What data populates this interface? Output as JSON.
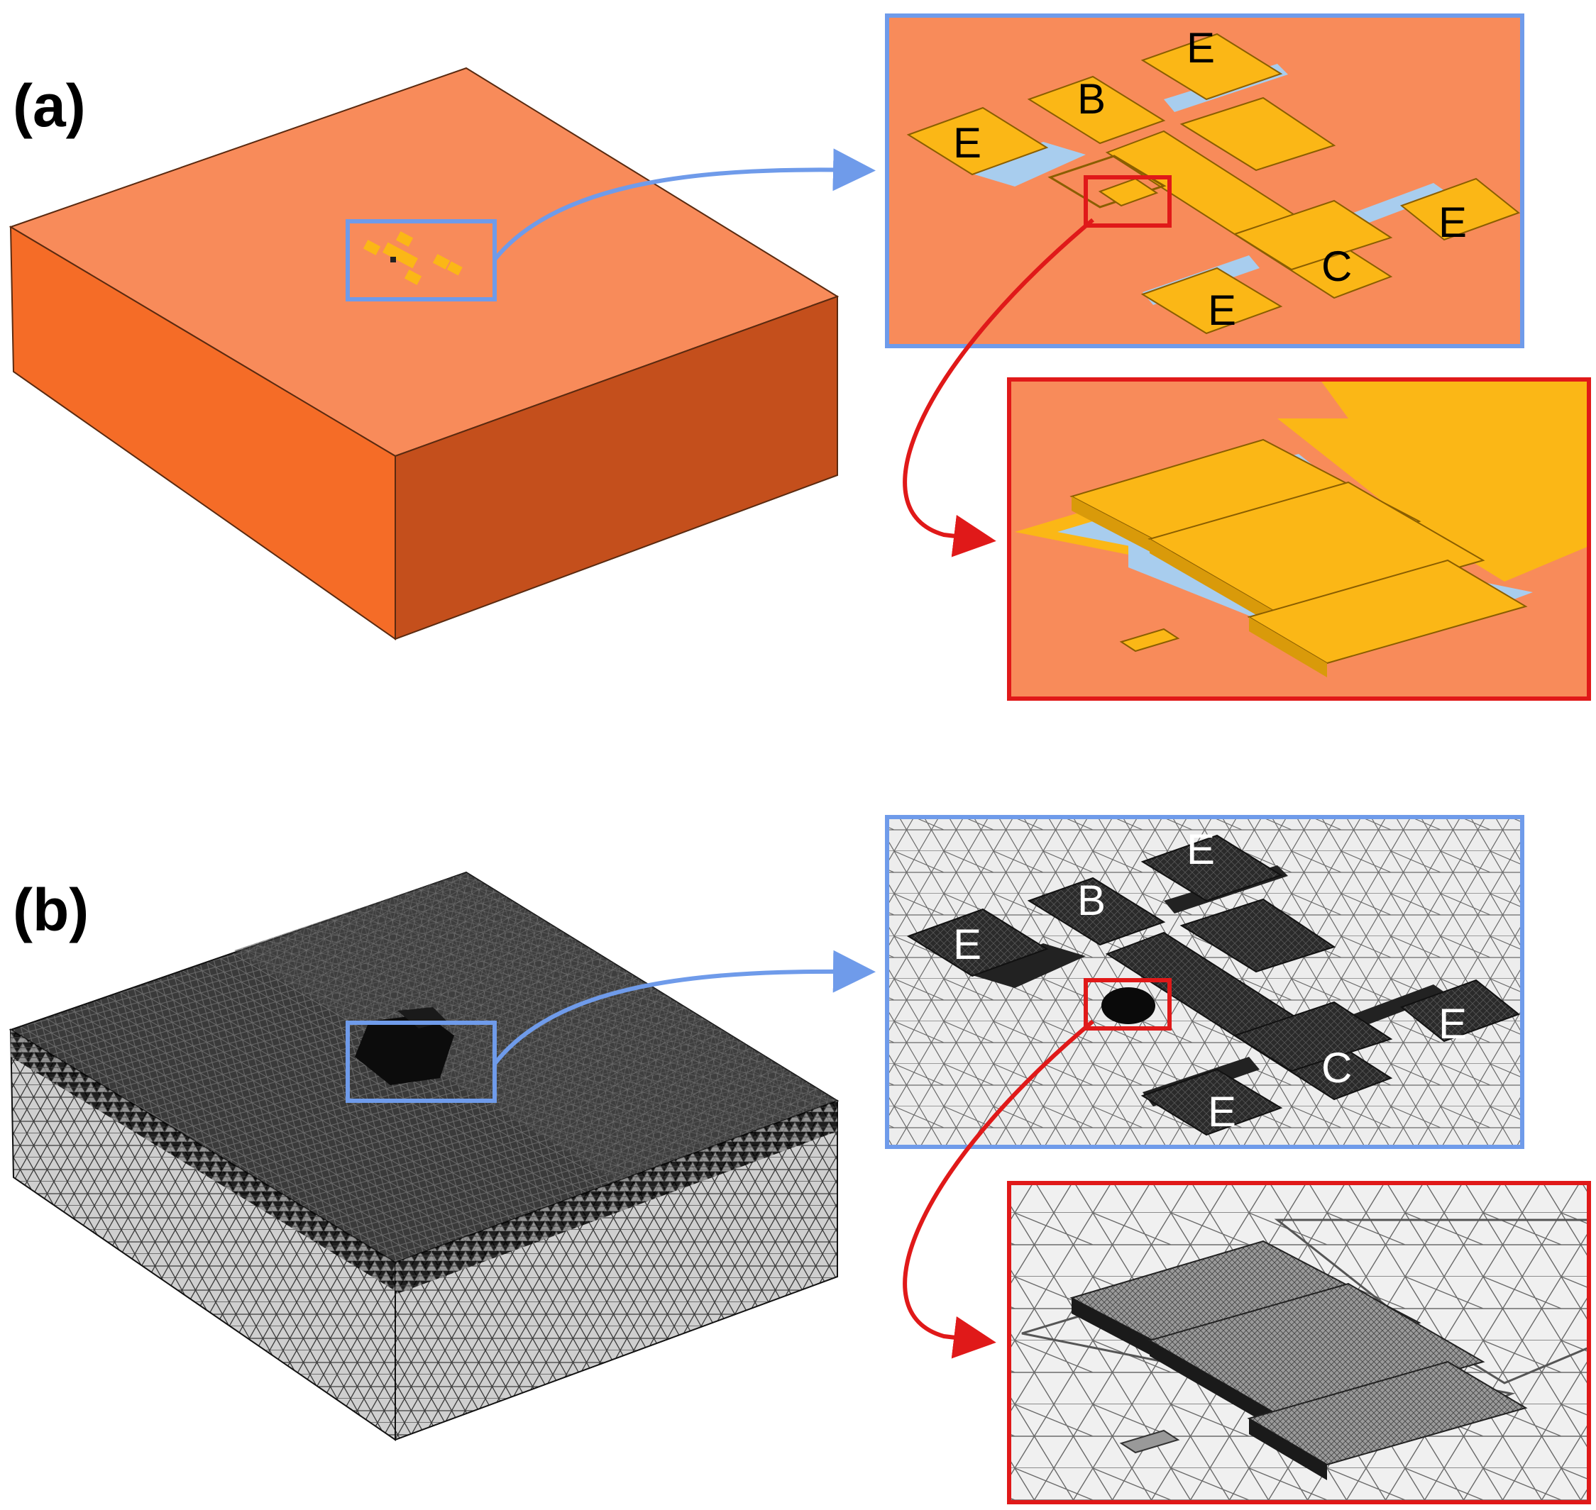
{
  "panels": [
    {
      "label": "(a)",
      "style": "geometry",
      "colors": {
        "substrate_top": "#f88b5a",
        "substrate_left": "#f56c27",
        "substrate_right": "#c44f1c",
        "metal": "#fbb716",
        "metal_dark": "#d99a0a",
        "oxide": "#a8cdee",
        "zoom_frame": "#6f9bea",
        "detail_frame": "#e01919",
        "outline": "#5a2a10"
      },
      "device_labels": {
        "base": "B",
        "collector": "C",
        "emitter_1": "E",
        "emitter_2": "E",
        "emitter_3": "E",
        "emitter_4": "E"
      }
    },
    {
      "label": "(b)",
      "style": "mesh",
      "colors": {
        "mesh_dark": "#2e2e2e",
        "mesh_side": "#c8c8c8",
        "mesh_light": "#ececec",
        "metal_mesh": "#303030",
        "zoom_frame": "#6f9bea",
        "detail_frame": "#e01919"
      },
      "device_labels": {
        "base": "B",
        "collector": "C",
        "emitter_1": "E",
        "emitter_2": "E",
        "emitter_3": "E",
        "emitter_4": "E"
      }
    }
  ]
}
